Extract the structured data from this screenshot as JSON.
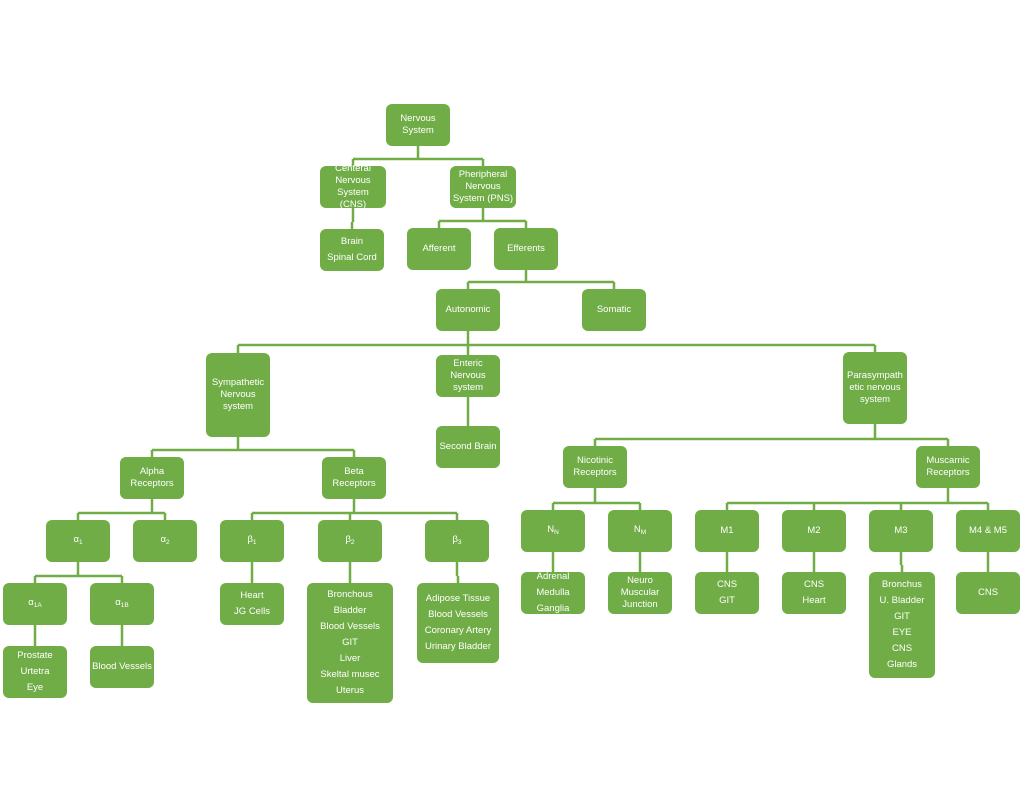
{
  "colors": {
    "node": "#70ad47",
    "connector": "#70ad47",
    "text": "#ffffff"
  },
  "nodes": [
    {
      "id": "nervous",
      "lines": [
        "Nervous",
        "System"
      ]
    },
    {
      "id": "cns",
      "lines": [
        "Centeral",
        "Nervous",
        "System",
        "(CNS)"
      ]
    },
    {
      "id": "pns",
      "lines": [
        "Pheripheral",
        "Nervous",
        "System (PNS)"
      ]
    },
    {
      "id": "cns_parts",
      "lines": [
        "Brain",
        "Spinal Cord"
      ]
    },
    {
      "id": "afferent",
      "lines": [
        "Afferent"
      ]
    },
    {
      "id": "efferents",
      "lines": [
        "Efferents"
      ]
    },
    {
      "id": "autonomic",
      "lines": [
        "Autonomic"
      ]
    },
    {
      "id": "somatic",
      "lines": [
        "Somatic"
      ]
    },
    {
      "id": "sympathetic",
      "lines": [
        "Sympathetic",
        "Nervous",
        "system"
      ]
    },
    {
      "id": "enteric",
      "lines": [
        "Enteric",
        "Nervous",
        "system"
      ]
    },
    {
      "id": "parasympathetic",
      "lines": [
        "Parasympath",
        "etic nervous",
        "system"
      ]
    },
    {
      "id": "second_brain",
      "lines": [
        "Second Brain"
      ]
    },
    {
      "id": "alpha",
      "lines": [
        "Alpha",
        "Receptors"
      ]
    },
    {
      "id": "beta",
      "lines": [
        "Beta",
        "Receptors"
      ]
    },
    {
      "id": "nicotinic",
      "lines": [
        "Nicotinic",
        "Receptors"
      ]
    },
    {
      "id": "muscarnic",
      "lines": [
        "Muscarnic",
        "Receptors"
      ]
    },
    {
      "id": "a1",
      "lines": [
        "α"
      ],
      "sub": "1"
    },
    {
      "id": "a2",
      "lines": [
        "α"
      ],
      "sub": "2"
    },
    {
      "id": "b1",
      "lines": [
        "β"
      ],
      "sub": "1"
    },
    {
      "id": "b2",
      "lines": [
        "β"
      ],
      "sub": "2"
    },
    {
      "id": "b3",
      "lines": [
        "β"
      ],
      "sub": "3"
    },
    {
      "id": "nn",
      "lines": [
        "N"
      ],
      "sub": "N"
    },
    {
      "id": "nm",
      "lines": [
        "N"
      ],
      "sub": "M"
    },
    {
      "id": "m1",
      "lines": [
        "M1"
      ]
    },
    {
      "id": "m2",
      "lines": [
        "M2"
      ]
    },
    {
      "id": "m3",
      "lines": [
        "M3"
      ]
    },
    {
      "id": "m45",
      "lines": [
        "M4 & M5"
      ]
    },
    {
      "id": "a1a",
      "lines": [
        "α"
      ],
      "sub": "1A"
    },
    {
      "id": "a1b",
      "lines": [
        "α"
      ],
      "sub": "1B"
    },
    {
      "id": "b1_targets",
      "lines": [
        "Heart",
        "JG Cells"
      ]
    },
    {
      "id": "b2_targets",
      "lines": [
        "Bronchous",
        "Bladder",
        "Blood Vessels",
        "GIT",
        "Liver",
        "Skeltal musec",
        "Uterus"
      ]
    },
    {
      "id": "b3_targets",
      "lines": [
        "Adipose Tissue",
        "Blood Vessels",
        "Coronary Artery",
        "Urinary Bladder"
      ]
    },
    {
      "id": "nn_targets",
      "lines": [
        "Adrenal",
        "Medulla",
        "Ganglia"
      ]
    },
    {
      "id": "nm_targets",
      "lines": [
        "Neuro",
        "Muscular",
        "Junction"
      ]
    },
    {
      "id": "m1_targets",
      "lines": [
        "CNS",
        "GIT"
      ]
    },
    {
      "id": "m2_targets",
      "lines": [
        "CNS",
        "Heart"
      ]
    },
    {
      "id": "m3_targets",
      "lines": [
        "Bronchus",
        "U. Bladder",
        "GIT",
        "EYE",
        "CNS",
        "Glands"
      ]
    },
    {
      "id": "m45_targets",
      "lines": [
        "CNS"
      ]
    },
    {
      "id": "a1a_targets",
      "lines": [
        "Prostate",
        "Urtetra",
        "Eye"
      ]
    },
    {
      "id": "a1b_targets",
      "lines": [
        "Blood Vessels"
      ]
    }
  ],
  "edges": [
    [
      "nervous",
      [
        "cns",
        "pns"
      ]
    ],
    [
      "cns",
      [
        "cns_parts"
      ]
    ],
    [
      "pns",
      [
        "afferent",
        "efferents"
      ]
    ],
    [
      "efferents",
      [
        "autonomic",
        "somatic"
      ]
    ],
    [
      "autonomic",
      [
        "sympathetic",
        "enteric",
        "parasympathetic"
      ]
    ],
    [
      "enteric",
      [
        "second_brain"
      ]
    ],
    [
      "sympathetic",
      [
        "alpha",
        "beta"
      ]
    ],
    [
      "parasympathetic",
      [
        "nicotinic",
        "muscarnic"
      ]
    ],
    [
      "alpha",
      [
        "a1",
        "a2"
      ]
    ],
    [
      "beta",
      [
        "b1",
        "b2",
        "b3"
      ]
    ],
    [
      "nicotinic",
      [
        "nn",
        "nm"
      ]
    ],
    [
      "muscarnic",
      [
        "m1",
        "m2",
        "m3",
        "m45"
      ]
    ],
    [
      "a1",
      [
        "a1a",
        "a1b"
      ]
    ],
    [
      "a1a",
      [
        "a1a_targets"
      ]
    ],
    [
      "a1b",
      [
        "a1b_targets"
      ]
    ],
    [
      "b1",
      [
        "b1_targets"
      ]
    ],
    [
      "b2",
      [
        "b2_targets"
      ]
    ],
    [
      "b3",
      [
        "b3_targets"
      ]
    ],
    [
      "nn",
      [
        "nn_targets"
      ]
    ],
    [
      "nm",
      [
        "nm_targets"
      ]
    ],
    [
      "m1",
      [
        "m1_targets"
      ]
    ],
    [
      "m2",
      [
        "m2_targets"
      ]
    ],
    [
      "m3",
      [
        "m3_targets"
      ]
    ],
    [
      "m45",
      [
        "m45_targets"
      ]
    ]
  ]
}
